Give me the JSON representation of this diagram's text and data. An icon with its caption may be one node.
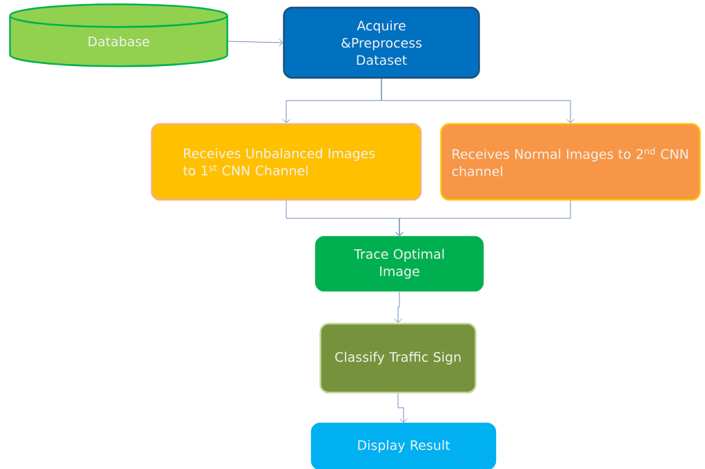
{
  "diagram": {
    "nodes": [
      {
        "text": [
          "Database"
        ]
      },
      {
        "text": [
          "Acquire &Preprocess Dataset"
        ]
      },
      {
        "text": [
          "Receives Unbalanced Images to 1$^{st}$ CNN Channel"
        ]
      },
      {
        "text": [
          "Receives Normal Images to 2$^{nd}$ CNN channel"
        ]
      },
      {
        "text": [
          "Trace Optimal Image"
        ]
      },
      {
        "text": [
          "Classify Traffic Sign"
        ]
      },
      {
        "text": [
          "Display Result"
        ]
      }
    ],
    "edges": [
      {
        "from": 0,
        "to": 1,
        "arrow": "to"
      },
      {
        "from": 1,
        "to": 2,
        "arrow": "to"
      },
      {
        "from": 1,
        "to": 3,
        "arrow": "to"
      },
      {
        "from": 2,
        "to": 4,
        "arrow": "to"
      },
      {
        "from": 3,
        "to": 4,
        "arrow": "to"
      },
      {
        "from": 4,
        "to": 5,
        "arrow": "to"
      },
      {
        "from": 5,
        "to": 6,
        "arrow": "to"
      }
    ]
  }
}
